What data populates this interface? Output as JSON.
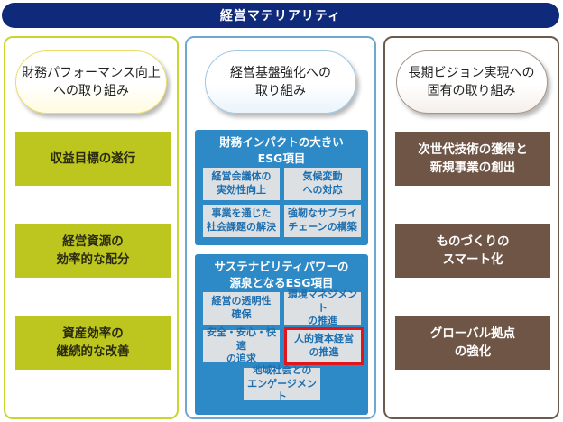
{
  "banner": {
    "title": "経営マテリアリティ"
  },
  "left": {
    "pill": [
      "財務パフォーマンス向上",
      "への取り組み"
    ],
    "items": [
      "収益目標の遂行",
      "経営資源の\n効率的な配分",
      "資産効率の\n継続的な改善"
    ]
  },
  "middle": {
    "pill": [
      "経営基盤強化への",
      "取り組み"
    ],
    "panel1": {
      "title": [
        "財務インパクトの大きい",
        "ESG項目"
      ],
      "cells": [
        "経営会議体の\n実効性向上",
        "気候変動\nへの対応",
        "事業を通じた\n社会課題の解決",
        "強靭なサプライ\nチェーンの構築"
      ]
    },
    "panel2": {
      "title": [
        "サステナビリティパワーの",
        "源泉となるESG項目"
      ],
      "cells": [
        "経営の透明性\n確保",
        "環境マネジメント\nの推進",
        "安全・安心・快適\nの追求",
        "人的資本経営\nの推進",
        "地域社会との\nエンゲージメント"
      ]
    }
  },
  "right": {
    "pill": [
      "長期ビジョン実現への",
      "固有の取り組み"
    ],
    "items": [
      "次世代技術の獲得と\n新規事業の創出",
      "ものづくりの\nスマート化",
      "グローバル拠点\nの強化"
    ]
  },
  "colors": {
    "banner": "#0f2a7a",
    "left_accent": "#bdc61f",
    "middle_accent": "#2d8ac6",
    "right_accent": "#6e5546",
    "highlight": "#e0161c"
  }
}
